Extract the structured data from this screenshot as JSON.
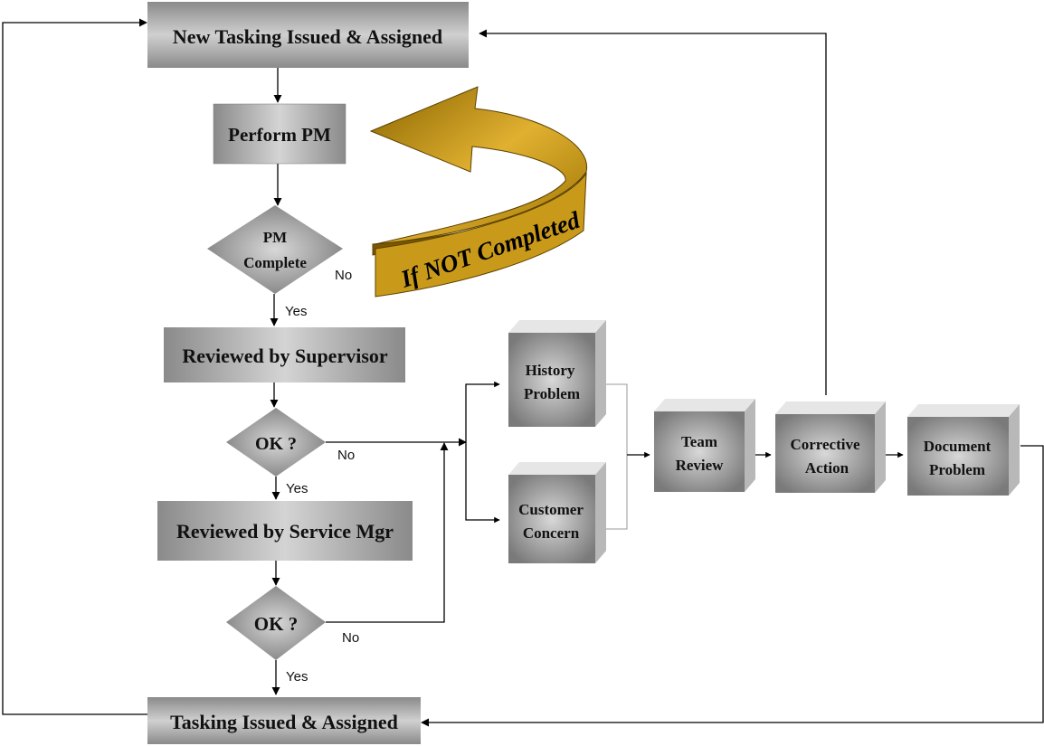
{
  "nodes": {
    "new_tasking": "New Tasking Issued & Assigned",
    "perform_pm": "Perform PM",
    "pm_complete_1": "PM",
    "pm_complete_2": "Complete",
    "reviewed_supervisor": "Reviewed by Supervisor",
    "ok_1": "OK ?",
    "reviewed_service_mgr": "Reviewed by Service Mgr",
    "ok_2": "OK ?",
    "tasking_issued": "Tasking Issued & Assigned",
    "history_1": "History",
    "history_2": "Problem",
    "customer_1": "Customer",
    "customer_2": "Concern",
    "team_1": "Team",
    "team_2": "Review",
    "corrective_1": "Corrective",
    "corrective_2": "Action",
    "document_1": "Document",
    "document_2": "Problem"
  },
  "labels": {
    "no_pm": "No",
    "yes_pm": "Yes",
    "no_ok1": "No",
    "yes_ok1": "Yes",
    "no_ok2": "No",
    "yes_ok2": "Yes",
    "loop_arrow": "If NOT Completed"
  },
  "colors": {
    "box_light": "#c8c8c8",
    "box_dark": "#808080",
    "loop_gold": "#b8860b",
    "line": "#000000"
  }
}
